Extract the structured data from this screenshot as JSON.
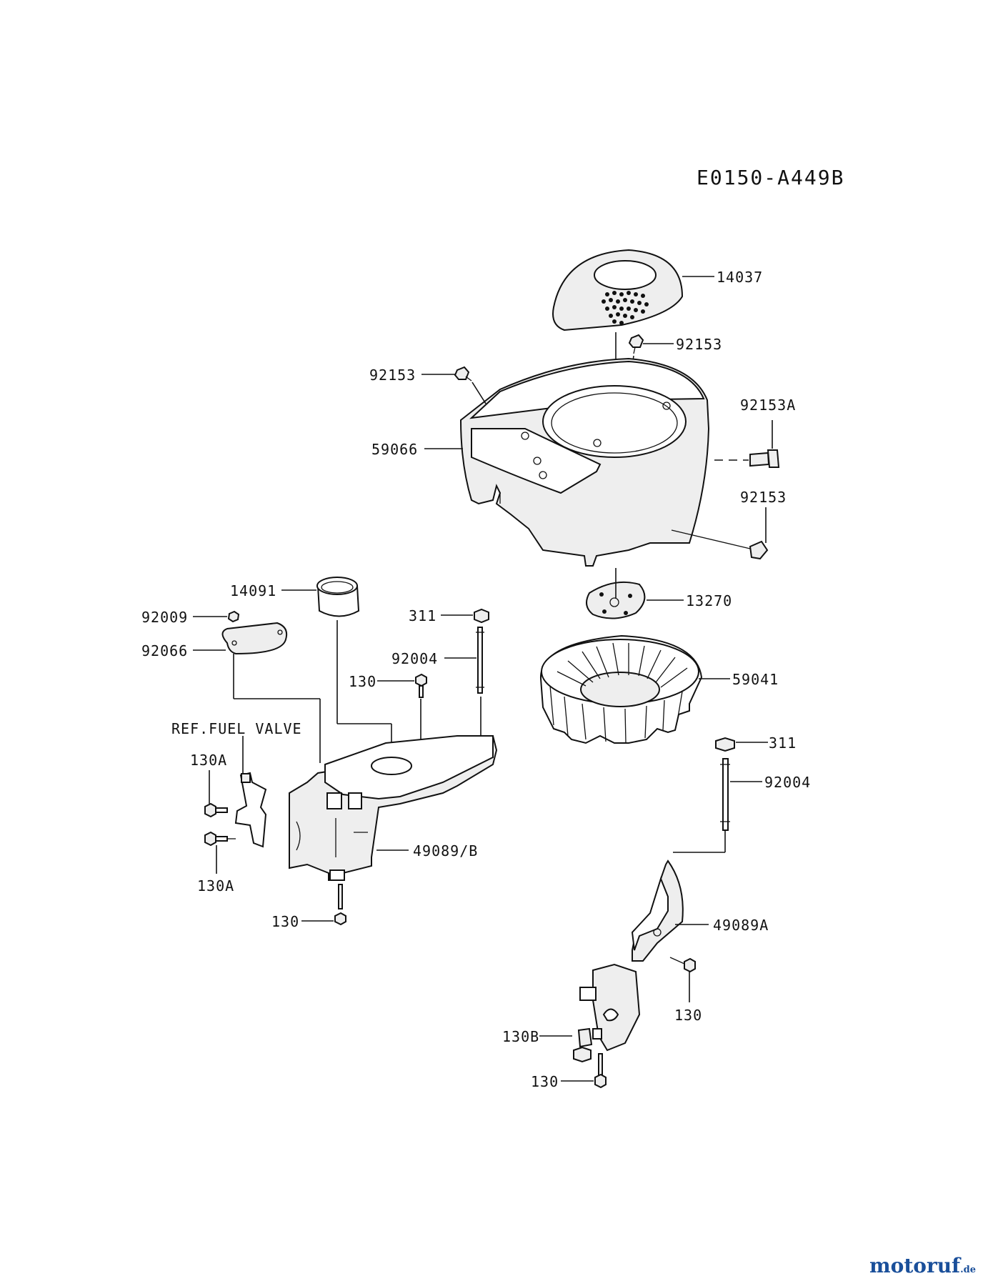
{
  "diagram": {
    "code": "E0150-A449B",
    "labels": {
      "p14037": "14037",
      "p92153_top": "92153",
      "p92153_left": "92153",
      "p92153A": "92153A",
      "p92153_right": "92153",
      "p59066": "59066",
      "p14091": "14091",
      "p13270": "13270",
      "p311_top": "311",
      "p92009": "92009",
      "p92066": "92066",
      "p92004_left": "92004",
      "p130_mid": "130",
      "p59041": "59041",
      "ref_fuel_valve": "REF.FUEL VALVE",
      "p130A_top": "130A",
      "p130A_bottom": "130A",
      "p49089B": "49089/B",
      "p130_lower": "130",
      "p311_right": "311",
      "p92004_right": "92004",
      "p49089A": "49089A",
      "p130_right": "130",
      "p130B": "130B",
      "p130_bottom": "130"
    }
  },
  "watermark": {
    "main": "motoruf",
    "suffix": ".de"
  }
}
